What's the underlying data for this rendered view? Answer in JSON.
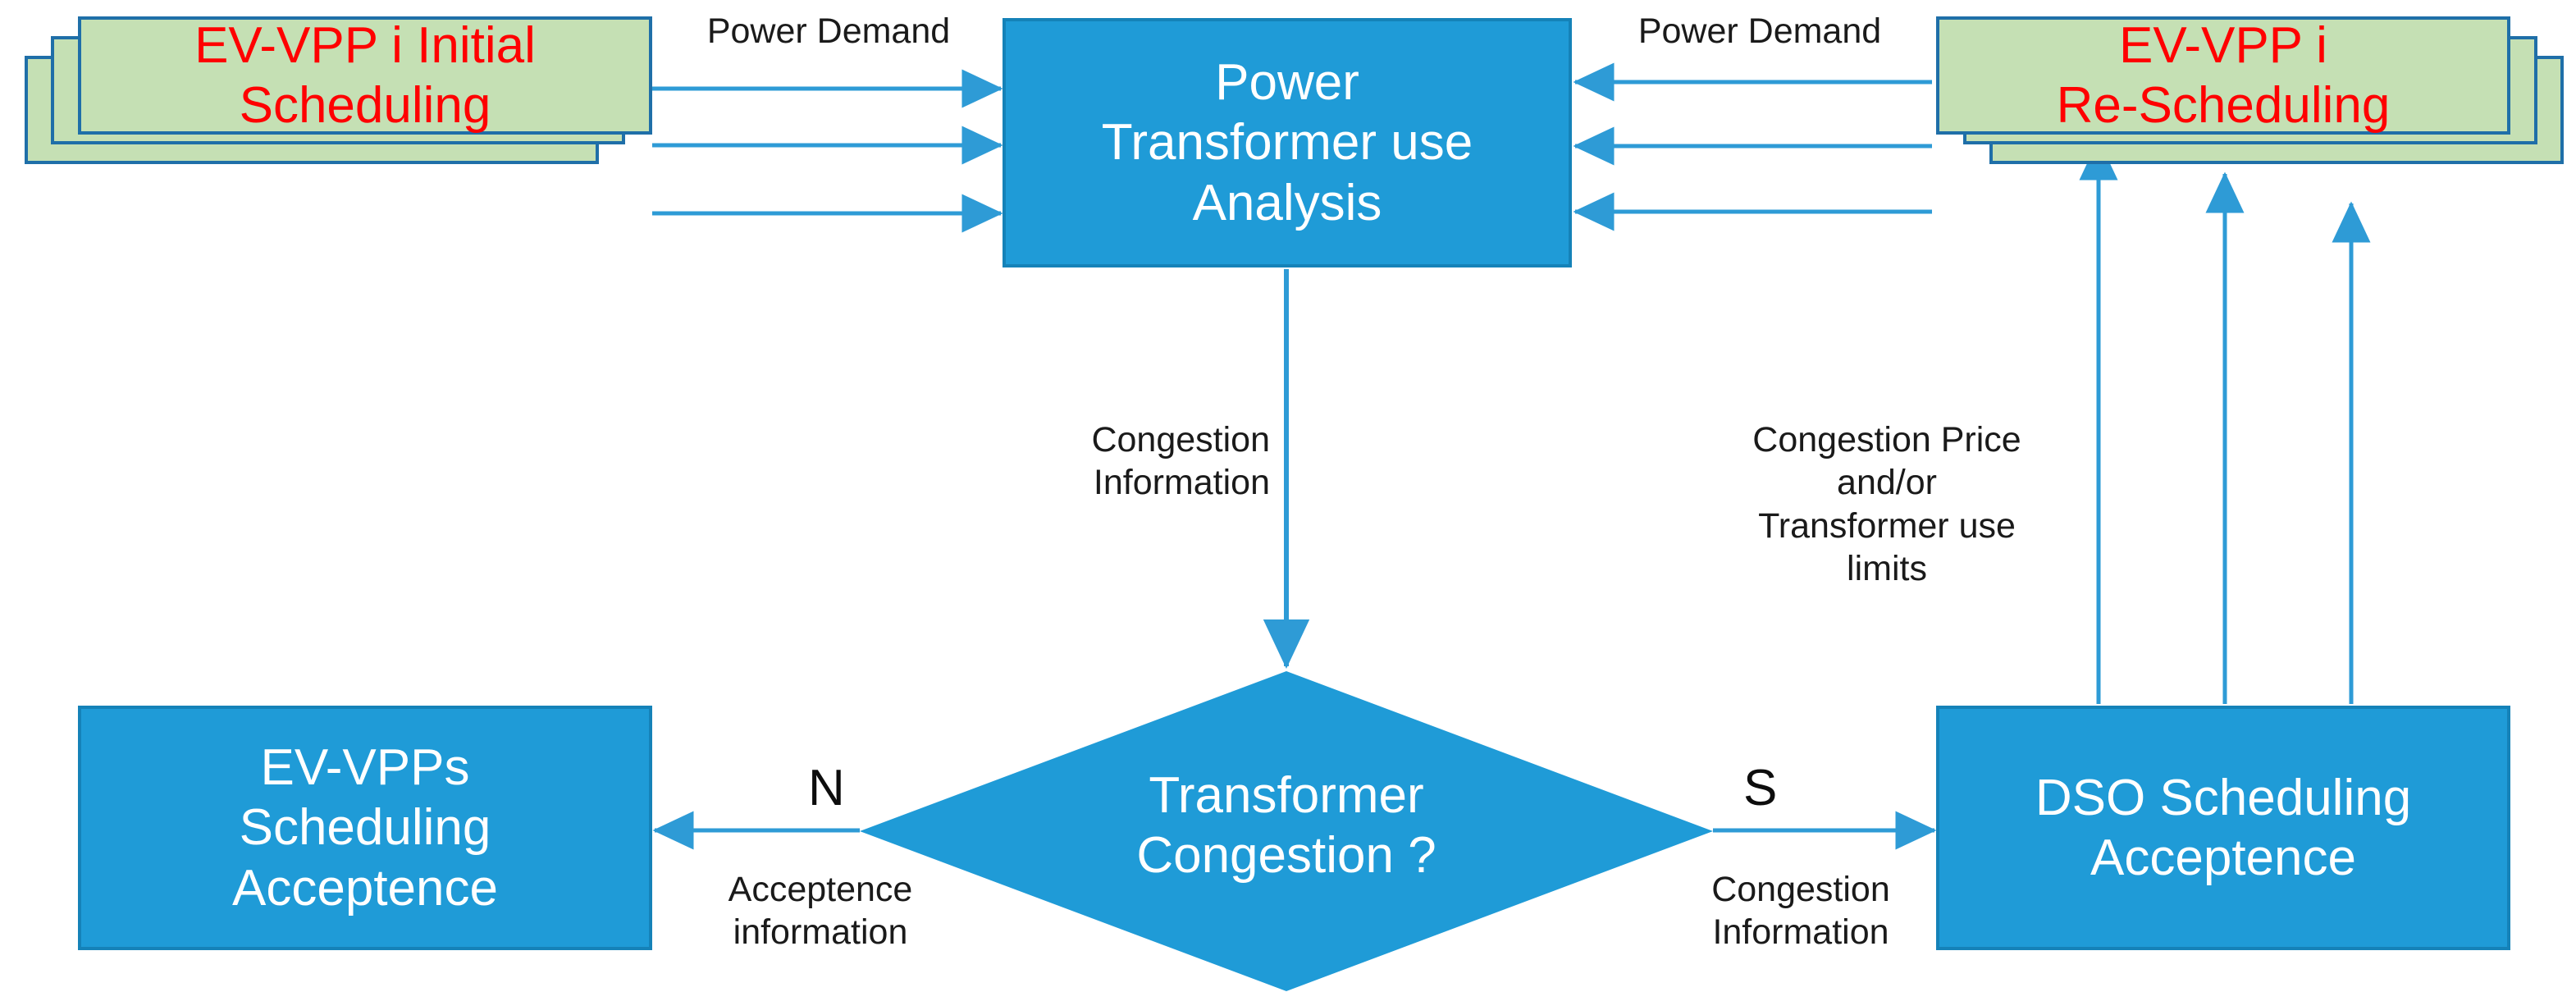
{
  "diagram": {
    "title": "EV-VPP / DSO congestion management flowchart",
    "colors": {
      "green_fill": "#c5e0b4",
      "blue_fill": "#1f9bd7",
      "box_border": "#1f6fa8",
      "arrow": "#2e9bd6",
      "green_box_text": "#ff0000",
      "blue_box_text": "#ffffff",
      "edge_label_text": "#1a1a1a"
    }
  },
  "nodes": {
    "ev_vpp_initial": {
      "label": "EV-VPP i Initial\nScheduling",
      "shape": "stacked-rectangle",
      "fill": "green"
    },
    "power_transformer_analysis": {
      "label": "Power\nTransformer use\nAnalysis",
      "shape": "rectangle",
      "fill": "blue"
    },
    "ev_vpp_rescheduling": {
      "label": "EV-VPP i\nRe-Scheduling",
      "shape": "stacked-rectangle",
      "fill": "green"
    },
    "transformer_congestion_decision": {
      "label": "Transformer\nCongestion ?",
      "shape": "diamond",
      "fill": "blue"
    },
    "ev_vpps_scheduling_acceptence": {
      "label": "EV-VPPs\nScheduling\nAcceptence",
      "shape": "rectangle",
      "fill": "blue"
    },
    "dso_scheduling_acceptence": {
      "label": "DSO Scheduling\nAcceptence",
      "shape": "rectangle",
      "fill": "blue"
    }
  },
  "edges": {
    "power_demand_left": {
      "label": "Power Demand",
      "from": "ev_vpp_initial",
      "to": "power_transformer_analysis"
    },
    "power_demand_right": {
      "label": "Power Demand",
      "from": "ev_vpp_rescheduling",
      "to": "power_transformer_analysis"
    },
    "congestion_information_down": {
      "label": "Congestion\nInformation",
      "from": "power_transformer_analysis",
      "to": "transformer_congestion_decision"
    },
    "congestion_price_up": {
      "label": "Congestion Price\nand/or\nTransformer use\nlimits",
      "from": "dso_scheduling_acceptence",
      "to": "ev_vpp_rescheduling"
    },
    "branch_no": {
      "label": "Acceptence\ninformation",
      "marker": "N",
      "from": "transformer_congestion_decision",
      "to": "ev_vpps_scheduling_acceptence"
    },
    "branch_yes": {
      "label": "Congestion\nInformation",
      "marker": "S",
      "from": "transformer_congestion_decision",
      "to": "dso_scheduling_acceptence"
    }
  }
}
